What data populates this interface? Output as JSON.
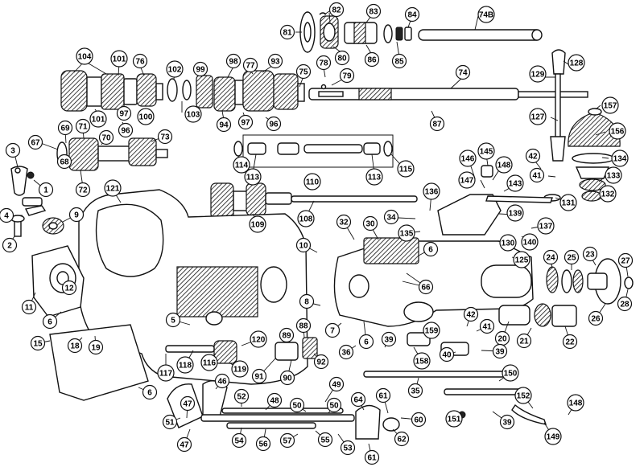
{
  "callouts": [
    {
      "id": "c82",
      "label": "82"
    },
    {
      "id": "c83",
      "label": "83"
    },
    {
      "id": "c84",
      "label": "84"
    },
    {
      "id": "c74b",
      "label": "74B"
    },
    {
      "id": "c81",
      "label": "81"
    },
    {
      "id": "c80",
      "label": "80"
    },
    {
      "id": "c86",
      "label": "86"
    },
    {
      "id": "c85",
      "label": "85"
    },
    {
      "id": "c104",
      "label": "104"
    },
    {
      "id": "c101a",
      "label": "101"
    },
    {
      "id": "c76",
      "label": "76"
    },
    {
      "id": "c102",
      "label": "102"
    },
    {
      "id": "c99",
      "label": "99"
    },
    {
      "id": "c98",
      "label": "98"
    },
    {
      "id": "c77",
      "label": "77"
    },
    {
      "id": "c93",
      "label": "93"
    },
    {
      "id": "c78",
      "label": "78"
    },
    {
      "id": "c79",
      "label": "79"
    },
    {
      "id": "c75",
      "label": "75"
    },
    {
      "id": "c74",
      "label": "74"
    },
    {
      "id": "c128",
      "label": "128"
    },
    {
      "id": "c129",
      "label": "129"
    },
    {
      "id": "c101b",
      "label": "101"
    },
    {
      "id": "c97a",
      "label": "97"
    },
    {
      "id": "c96a",
      "label": "96"
    },
    {
      "id": "c100",
      "label": "100"
    },
    {
      "id": "c103",
      "label": "103"
    },
    {
      "id": "c94",
      "label": "94"
    },
    {
      "id": "c97b",
      "label": "97"
    },
    {
      "id": "c96b",
      "label": "96"
    },
    {
      "id": "c87",
      "label": "87"
    },
    {
      "id": "c157",
      "label": "157"
    },
    {
      "id": "c127",
      "label": "127"
    },
    {
      "id": "c156",
      "label": "156"
    },
    {
      "id": "c69",
      "label": "69"
    },
    {
      "id": "c71",
      "label": "71"
    },
    {
      "id": "c70",
      "label": "70"
    },
    {
      "id": "c73",
      "label": "73"
    },
    {
      "id": "c67",
      "label": "67"
    },
    {
      "id": "c3",
      "label": "3"
    },
    {
      "id": "c68",
      "label": "68"
    },
    {
      "id": "c72",
      "label": "72"
    },
    {
      "id": "c1",
      "label": "1"
    },
    {
      "id": "c114",
      "label": "114"
    },
    {
      "id": "c113a",
      "label": "113"
    },
    {
      "id": "c110",
      "label": "110"
    },
    {
      "id": "c113b",
      "label": "113"
    },
    {
      "id": "c115",
      "label": "115"
    },
    {
      "id": "c145",
      "label": "145"
    },
    {
      "id": "c146",
      "label": "146"
    },
    {
      "id": "c148a",
      "label": "148"
    },
    {
      "id": "c147",
      "label": "147"
    },
    {
      "id": "c143",
      "label": "143"
    },
    {
      "id": "c42a",
      "label": "42"
    },
    {
      "id": "c134",
      "label": "134"
    },
    {
      "id": "c41a",
      "label": "41"
    },
    {
      "id": "c133",
      "label": "133"
    },
    {
      "id": "c132",
      "label": "132"
    },
    {
      "id": "c121",
      "label": "121"
    },
    {
      "id": "c136",
      "label": "136"
    },
    {
      "id": "c131",
      "label": "131"
    },
    {
      "id": "c4",
      "label": "4"
    },
    {
      "id": "c9",
      "label": "9"
    },
    {
      "id": "c109",
      "label": "109"
    },
    {
      "id": "c108",
      "label": "108"
    },
    {
      "id": "c139",
      "label": "139"
    },
    {
      "id": "c32",
      "label": "32"
    },
    {
      "id": "c30",
      "label": "30"
    },
    {
      "id": "c34",
      "label": "34"
    },
    {
      "id": "c137",
      "label": "137"
    },
    {
      "id": "c135",
      "label": "135"
    },
    {
      "id": "c140",
      "label": "140"
    },
    {
      "id": "c2",
      "label": "2"
    },
    {
      "id": "c10",
      "label": "10"
    },
    {
      "id": "c6a",
      "label": "6"
    },
    {
      "id": "c130",
      "label": "130"
    },
    {
      "id": "c125",
      "label": "125"
    },
    {
      "id": "c24",
      "label": "24"
    },
    {
      "id": "c25",
      "label": "25"
    },
    {
      "id": "c23",
      "label": "23"
    },
    {
      "id": "c27",
      "label": "27"
    },
    {
      "id": "c12",
      "label": "12"
    },
    {
      "id": "c66",
      "label": "66"
    },
    {
      "id": "c26",
      "label": "26"
    },
    {
      "id": "c28",
      "label": "28"
    },
    {
      "id": "c11",
      "label": "11"
    },
    {
      "id": "c8",
      "label": "8"
    },
    {
      "id": "c6b",
      "label": "6"
    },
    {
      "id": "c5",
      "label": "5"
    },
    {
      "id": "c88",
      "label": "88"
    },
    {
      "id": "c89",
      "label": "89"
    },
    {
      "id": "c42b",
      "label": "42"
    },
    {
      "id": "c15",
      "label": "15"
    },
    {
      "id": "c18",
      "label": "18"
    },
    {
      "id": "c19",
      "label": "19"
    },
    {
      "id": "c7",
      "label": "7"
    },
    {
      "id": "c6c",
      "label": "6"
    },
    {
      "id": "c39a",
      "label": "39"
    },
    {
      "id": "c159",
      "label": "159"
    },
    {
      "id": "c41b",
      "label": "41"
    },
    {
      "id": "c20",
      "label": "20"
    },
    {
      "id": "c21",
      "label": "21"
    },
    {
      "id": "c22",
      "label": "22"
    },
    {
      "id": "c120",
      "label": "120"
    },
    {
      "id": "c36",
      "label": "36"
    },
    {
      "id": "c92",
      "label": "92"
    },
    {
      "id": "c158",
      "label": "158"
    },
    {
      "id": "c40",
      "label": "40"
    },
    {
      "id": "c39b",
      "label": "39"
    },
    {
      "id": "c117",
      "label": "117"
    },
    {
      "id": "c118",
      "label": "118"
    },
    {
      "id": "c116",
      "label": "116"
    },
    {
      "id": "c119",
      "label": "119"
    },
    {
      "id": "c91",
      "label": "91"
    },
    {
      "id": "c90",
      "label": "90"
    },
    {
      "id": "c150",
      "label": "150"
    },
    {
      "id": "c35",
      "label": "35"
    },
    {
      "id": "c46",
      "label": "46"
    },
    {
      "id": "c6d",
      "label": "6"
    },
    {
      "id": "c49",
      "label": "49"
    },
    {
      "id": "c52",
      "label": "52"
    },
    {
      "id": "c48",
      "label": "48"
    },
    {
      "id": "c50a",
      "label": "50"
    },
    {
      "id": "c50b",
      "label": "50"
    },
    {
      "id": "c64",
      "label": "64"
    },
    {
      "id": "c61a",
      "label": "61"
    },
    {
      "id": "c152",
      "label": "152"
    },
    {
      "id": "c148b",
      "label": "148"
    },
    {
      "id": "c47a",
      "label": "47"
    },
    {
      "id": "c51",
      "label": "51"
    },
    {
      "id": "c54",
      "label": "54"
    },
    {
      "id": "c56",
      "label": "56"
    },
    {
      "id": "c57",
      "label": "57"
    },
    {
      "id": "c55",
      "label": "55"
    },
    {
      "id": "c53",
      "label": "53"
    },
    {
      "id": "c62",
      "label": "62"
    },
    {
      "id": "c60",
      "label": "60"
    },
    {
      "id": "c151",
      "label": "151"
    },
    {
      "id": "c39c",
      "label": "39"
    },
    {
      "id": "c149",
      "label": "149"
    },
    {
      "id": "c47b",
      "label": "47"
    },
    {
      "id": "c61b",
      "label": "61"
    }
  ]
}
